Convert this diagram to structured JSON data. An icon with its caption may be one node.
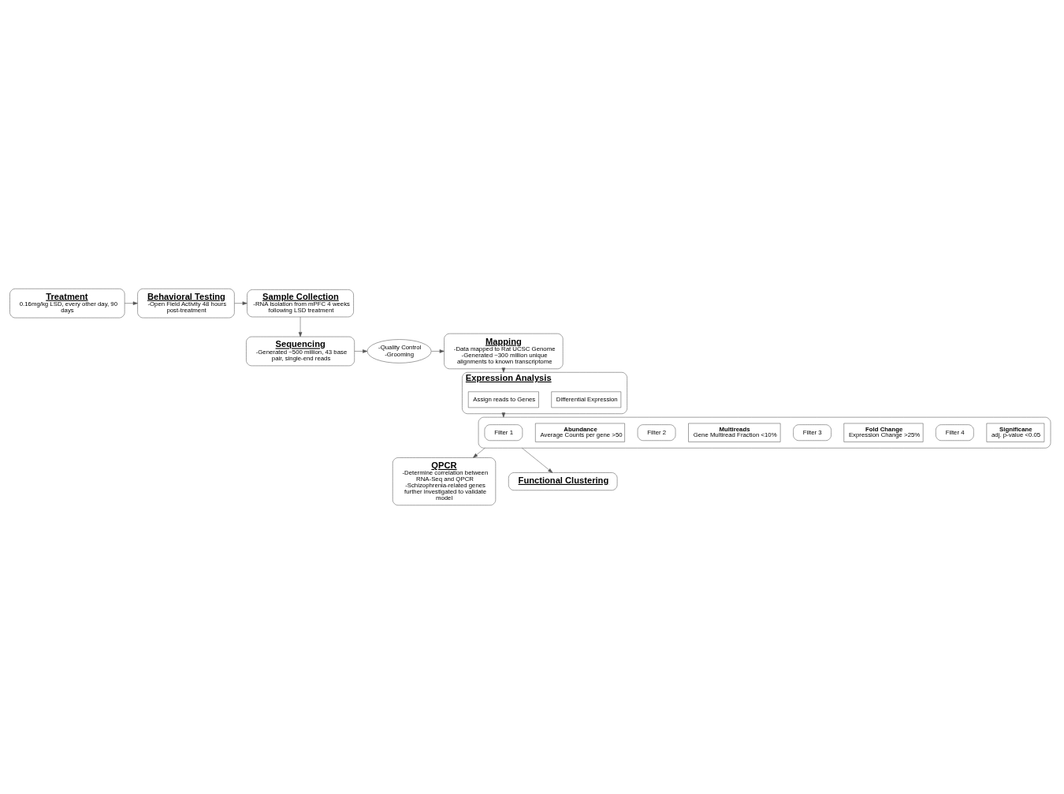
{
  "diagram": {
    "nodes": [
      {
        "text": [
          "Treatment",
          "0.16mg/kg LSD, every other day, 90 days"
        ]
      },
      {
        "text": [
          "Behavioral Testing",
          "-Open Field Activity 48 hours post-treatment"
        ]
      },
      {
        "text": [
          "Sample Collection",
          "-RNA Isolation from mPFC 4 weeks following LSD treatment"
        ]
      },
      {
        "text": [
          "Sequencing",
          "-Generated ~500 million, 43 base pair, single-end reads"
        ]
      },
      {
        "text": [
          "-Quality Control",
          "-Grooming"
        ]
      },
      {
        "text": [
          "Mapping",
          "-Data mapped to Rat UCSC Genome",
          "-Generated ~300 million unique alignments to known transcriptome"
        ]
      },
      {
        "text": [
          "Expression Analysis"
        ]
      },
      {
        "text": [
          "Assign reads to Genes"
        ],
        "in": 6
      },
      {
        "text": [
          "Differential Expression"
        ],
        "in": 6
      },
      {
        "text": [],
        "shape": "box"
      },
      {
        "text": [
          "Filter 1"
        ],
        "in": 9
      },
      {
        "text": [
          "Abundance",
          "Average Counts per gene >50"
        ],
        "in": 9
      },
      {
        "text": [
          "Filter 2"
        ],
        "in": 9
      },
      {
        "text": [
          "Multireads",
          "Gene Multiread Fraction <10%"
        ],
        "in": 9
      },
      {
        "text": [
          "Filter 3"
        ],
        "in": 9
      },
      {
        "text": [
          "Fold Change",
          "Expression Change >25%"
        ],
        "in": 9
      },
      {
        "text": [
          "Filter 4"
        ],
        "in": 9
      },
      {
        "text": [
          "Significane",
          "adj. p-value <0.05"
        ],
        "in": 9
      },
      {
        "text": [
          "QPCR",
          "-Determine correlation between RNA-Seq and QPCR",
          "-Schizophrenia-related genes further investigated to validate model"
        ]
      },
      {
        "text": [
          "Functional Clustering"
        ]
      }
    ],
    "edges": [
      {
        "from": 0,
        "to": 1,
        "arrow": "to"
      },
      {
        "from": 1,
        "to": 2,
        "arrow": "to"
      },
      {
        "from": 2,
        "to": 3,
        "arrow": "to"
      },
      {
        "from": 3,
        "to": 4,
        "arrow": "to"
      },
      {
        "from": 4,
        "to": 5,
        "arrow": "to"
      },
      {
        "from": 5,
        "to": 6,
        "arrow": "to"
      },
      {
        "from": 6,
        "to": 9,
        "arrow": "to"
      },
      {
        "from": 9,
        "to": 18,
        "arrow": "to"
      },
      {
        "from": 9,
        "to": 19,
        "arrow": "to"
      }
    ]
  }
}
